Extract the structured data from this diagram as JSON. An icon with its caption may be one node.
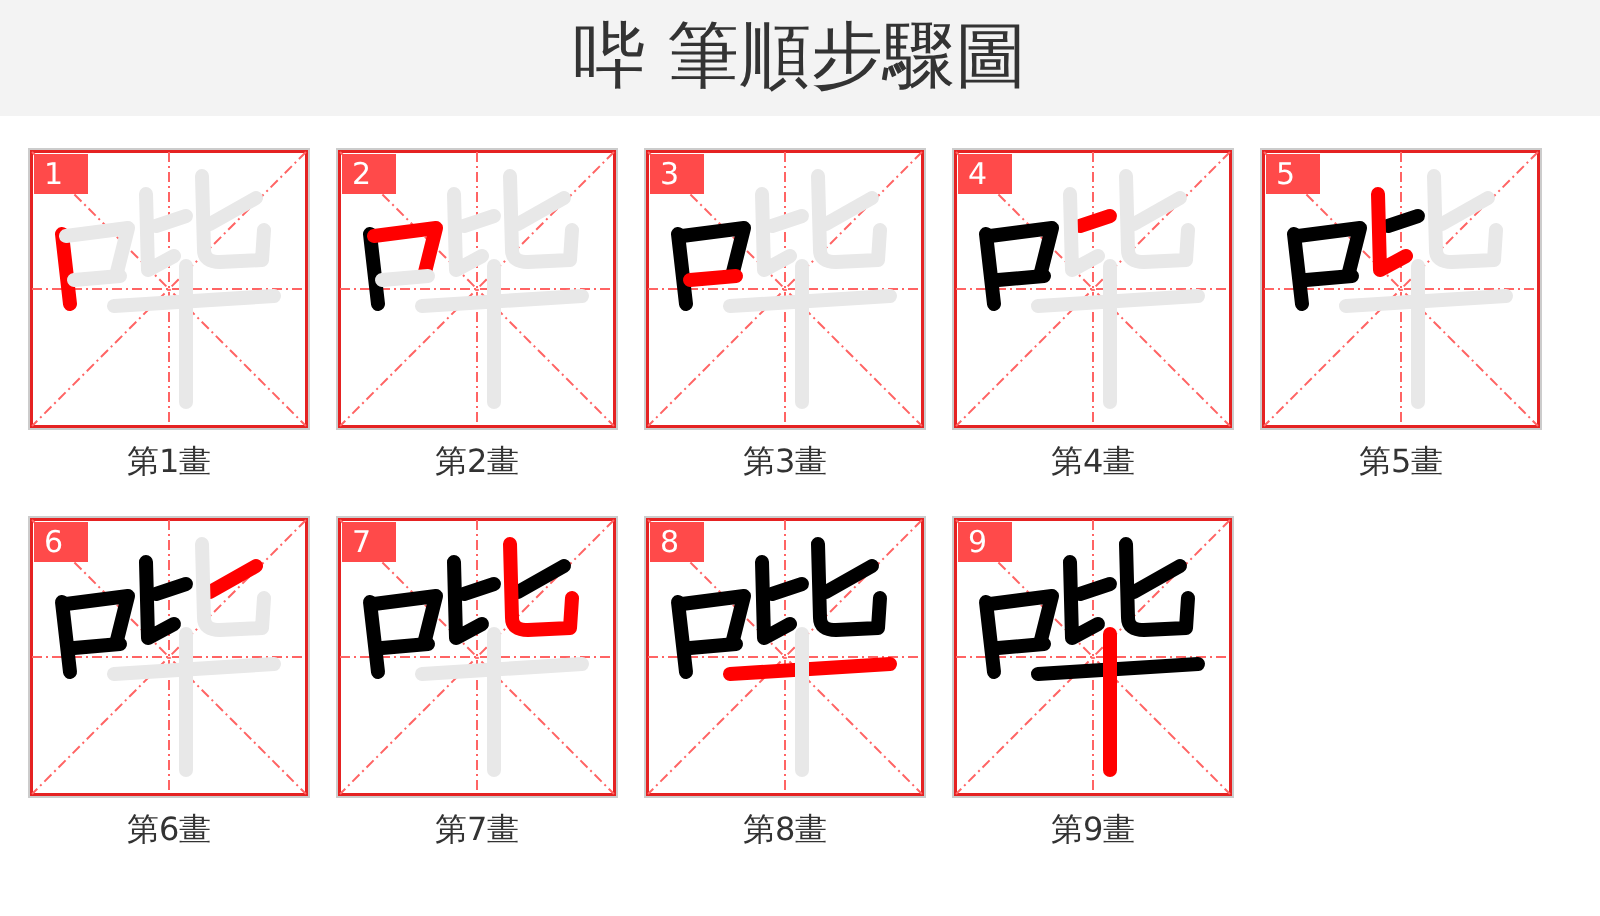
{
  "diagram": {
    "title": "哔 筆順步驟圖",
    "nodes": [
      {
        "text": [
          "1"
        ],
        "beside": [
          "第1畫"
        ]
      },
      {
        "text": [
          "2"
        ],
        "beside": [
          "第2畫"
        ]
      },
      {
        "text": [
          "3"
        ],
        "beside": [
          "第3畫"
        ]
      },
      {
        "text": [
          "4"
        ],
        "beside": [
          "第4畫"
        ]
      },
      {
        "text": [
          "5"
        ],
        "beside": [
          "第5畫"
        ]
      },
      {
        "text": [
          "6"
        ],
        "beside": [
          "第6畫"
        ]
      },
      {
        "text": [
          "7"
        ],
        "beside": [
          "第7畫"
        ]
      },
      {
        "text": [
          "8"
        ],
        "beside": [
          "第8畫"
        ]
      },
      {
        "text": [
          "9"
        ],
        "beside": [
          "第9畫"
        ]
      }
    ]
  }
}
